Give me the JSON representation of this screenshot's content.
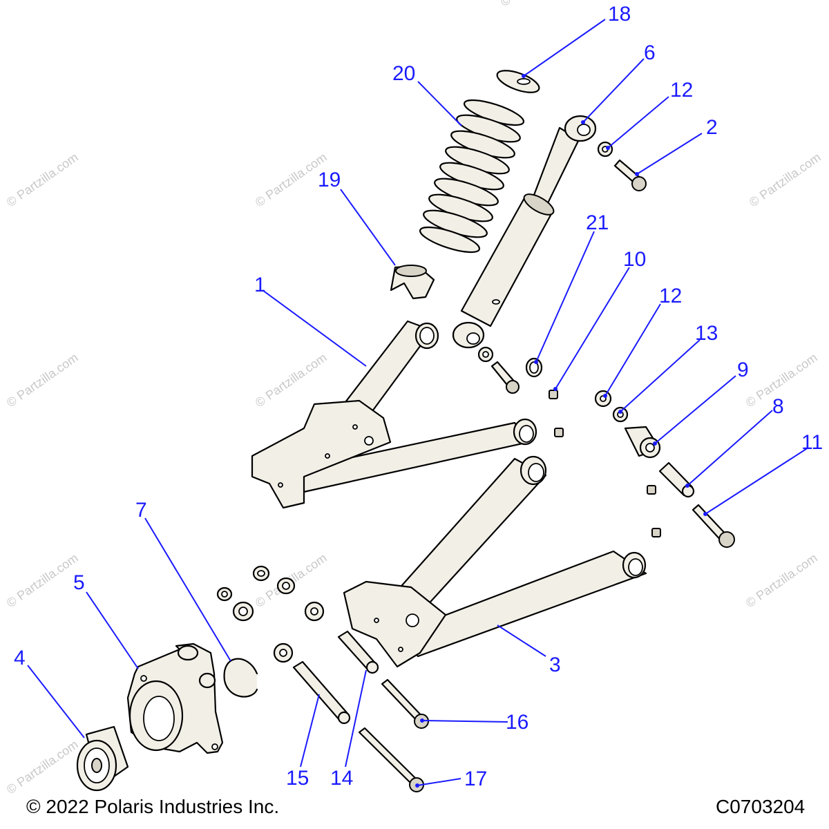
{
  "footer": {
    "copyright": "© 2022 Polaris Industries Inc.",
    "figure_code": "C0703204"
  },
  "watermark": "© Partzilla.com",
  "callouts": [
    "18",
    "6",
    "20",
    "12",
    "2",
    "19",
    "21",
    "10",
    "1",
    "12",
    "13",
    "9",
    "8",
    "11",
    "7",
    "5",
    "3",
    "16",
    "4",
    "15",
    "14",
    "17"
  ],
  "colors": {
    "callout": "#1a1aff",
    "part_fill": "#f2efe6",
    "line": "#000000"
  }
}
